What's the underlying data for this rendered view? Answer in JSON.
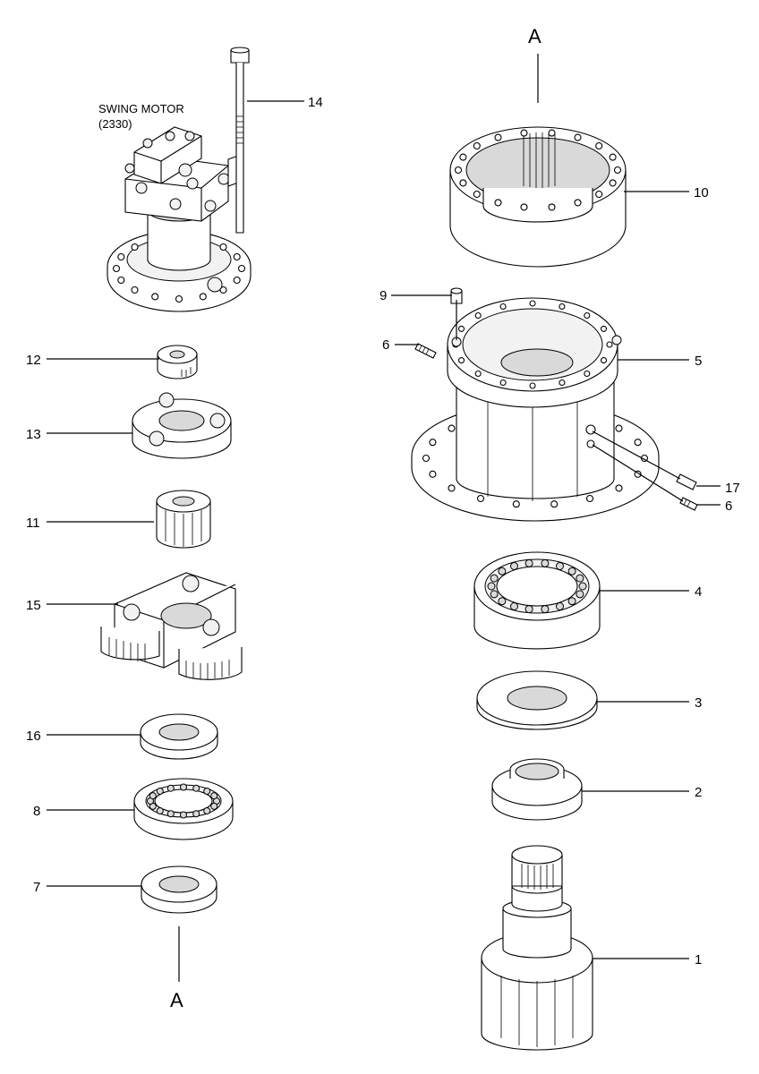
{
  "title": {
    "line1": "SWING MOTOR",
    "line2": "(2330)"
  },
  "section_marks": {
    "top": "A",
    "bottom": "A"
  },
  "part_numbers": {
    "p1": "1",
    "p2": "2",
    "p3": "3",
    "p4": "4",
    "p5": "5",
    "p6a": "6",
    "p6b": "6",
    "p7": "7",
    "p8": "8",
    "p9": "9",
    "p10": "10",
    "p11": "11",
    "p12": "12",
    "p13": "13",
    "p14": "14",
    "p15": "15",
    "p16": "16",
    "p17": "17"
  }
}
